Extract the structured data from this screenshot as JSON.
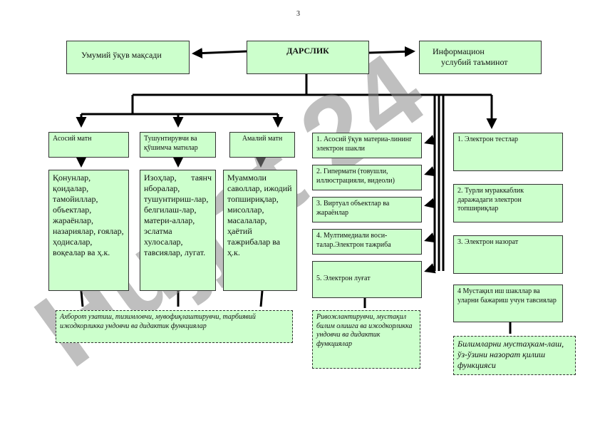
{
  "page_number": "3",
  "watermark": "Hujjat 24",
  "top": {
    "left": "Умумий ўқув мақсади",
    "center": "ДАРСЛИК",
    "right_line1": "Информацион",
    "right_line2": "услубий таъминот"
  },
  "columns": {
    "c1_header": "Асосий матн",
    "c2_header": "Тушунтирувчи ва қўшимча матнлар",
    "c3_header": "Амалий матн",
    "c1_body": "Қонунлар, қоидалар, тамойиллар, объектлар, жараёнлар, назариялар, ғоялар, ҳодисалар, воқеалар ва ҳ.к.",
    "c2_body": "Изоҳлар, таянч нборалар, тушунтириш-лар, белгилаш-лар, матери-аллар, эслатма хулосалар, тавсиялар, лугат.",
    "c3_body": "Муаммоли саволлар, ижодий топшириқлар, мисоллар, масалалар, ҳаётий тажрибалар ва ҳ.к."
  },
  "middle_list": [
    "1. Асосий ўқув материа-лининг электрон шакли",
    "2. Гиперматн (товушли, иллюстрацияли, видеоли)",
    "3. Виртуал объектлар ва жараёнлар",
    "4. Мултимедиали воси-талар.Электрон тажриба",
    "5. Электрон луғат"
  ],
  "right_list": [
    "1. Электрон тестлар",
    "2. Турли мураккаблик даражадаги электрон топшириқлар",
    "3. Электрон назорат",
    "4 Мустақил иш шакллар ва уларни бажариш учун тавсиялар"
  ],
  "functions": {
    "f1": "Ахборот узатиш, тизимловчи, мувофиқлаштирувчи, тарбиявий ижодкорликка ундовчи ва дидактик функциялар",
    "f2": "Ривожлантирувчи, мустақил билим олишга ва ижодкорликка ундовчи  ва дидактик функциялар",
    "f3": "Билимларни мустаҳкам-лаш, ўз-ўзини назорат қилиш функцияси"
  }
}
